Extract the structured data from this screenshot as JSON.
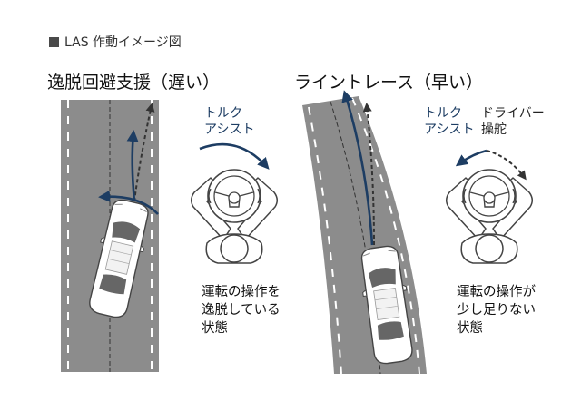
{
  "header": {
    "text": "LAS 作動イメージ図"
  },
  "left_panel": {
    "title": "逸脱回避支援（遅い）",
    "torque_label_1": "トルク",
    "torque_label_2": "アシスト",
    "desc_line_1": "運転の操作を",
    "desc_line_2": "逸脱している",
    "desc_line_3": "状態"
  },
  "right_panel": {
    "title": "ライントレース（早い）",
    "torque_label_1": "トルク",
    "torque_label_2": "アシスト",
    "driver_label_1": "ドライバー",
    "driver_label_2": "操舵",
    "desc_line_1": "運転の操作が",
    "desc_line_2": "少し足りない",
    "desc_line_3": "状態"
  },
  "colors": {
    "road": "#8c8c8c",
    "lane_line": "#ffffff",
    "arrow_blue": "#1d3d63",
    "dashed_arrow": "#333333"
  }
}
